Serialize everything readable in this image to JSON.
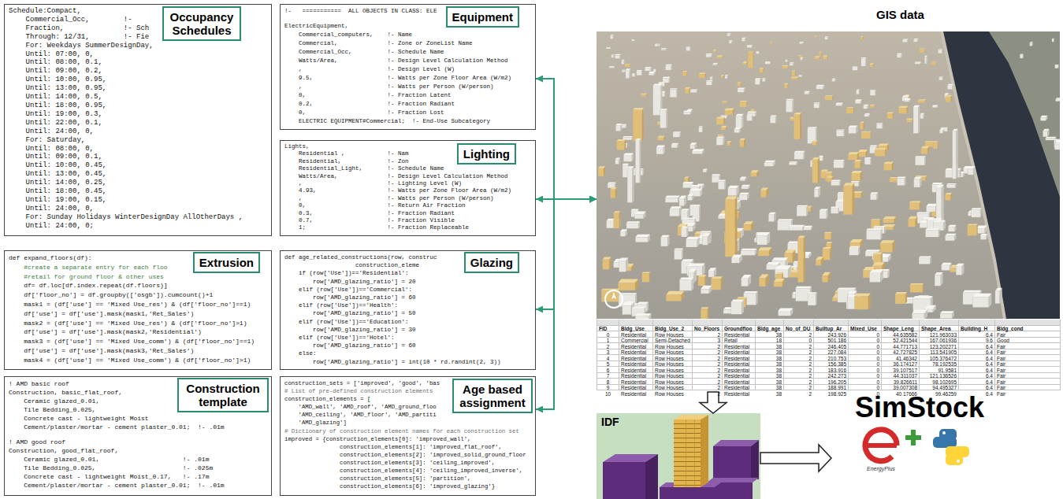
{
  "diagram": {
    "nodes": [
      {
        "text": [
          "Schedule:Compact,",
          "    Commercial_Occ,        !-",
          "    Fraction,              !- Sch",
          "    Through: 12/31,        !- Fie",
          "    For: Weekdays SummerDesignDay,",
          "    Until: 07:00, 0,",
          "    Until: 08:00, 0.1,",
          "    Until: 09:00, 0.2,",
          "    Until: 10:00, 0.95,",
          "    Until: 13:00, 0.95,",
          "    Until: 14:00, 0.5,",
          "    Until: 18:00, 0.95,",
          "    Until: 19:00, 0.3,",
          "    Until: 22:00, 0.1,",
          "    Until: 24:00, 0,",
          "    For: Saturday,",
          "    Until: 08:00, 0,",
          "    Until: 09:00, 0.1,",
          "    Until: 10:00, 0.45,",
          "    Until: 13:00, 0.45,",
          "    Until: 14:00, 0.25,",
          "    Until: 18:00, 0.45,",
          "    Until: 19:00, 0.15,",
          "    Until: 24:00, 0,",
          "    For: Sunday Holidays WinterDesignDay AllOtherDays ,",
          "    Until: 24:00, 0;"
        ]
      },
      {
        "text": [
          "Occupancy Schedules"
        ],
        "in": 0
      },
      {
        "text": [
          "!-   ===========  ALL OBJECTS IN CLASS: ELE",
          "ElectricEquipment,",
          "    Commercial_computers,    !- Name",
          "    Commercial,              !- Zone or ZoneList Name",
          "    Commercial_Occ,          !- Schedule Name",
          "    Watts/Area,              !- Design Level Calculation Method",
          "    ,                        !- Design Level (W)",
          "    9.5,                     !- Watts per Zone Floor Area (W/m2)",
          "    ,                        !- Watts per Person (W/person)",
          "    0,                       !- Fraction Latent",
          "    0.2,                     !- Fraction Radiant",
          "    0,                       !- Fraction Lost",
          "    ELECTRIC EQUIPMENT#Commercial;  !- End-Use Subcategory"
        ]
      },
      {
        "text": [
          "Equipment"
        ],
        "in": 2
      },
      {
        "text": [
          "Lights,",
          "    Residential ,            !- Nam",
          "    Residential,             !- Zon",
          "    Residential_Light,       !- Schedule Name",
          "    Watts/Area,              !- Design Level Calculation Method",
          "    ,                        !- Lighting Level (W)",
          "    4.93,                    !- Watts per Zone Floor Area (W/m2)",
          "    ,                        !- Watts per Person (W/person)",
          "    0,                       !- Return Air Fraction",
          "    0.3,                     !- Fraction Radiant",
          "    0.7,                     !- Fraction Visible",
          "    1;                       !- Fraction Replaceable"
        ]
      },
      {
        "text": [
          "Lighting"
        ],
        "in": 4
      },
      {
        "text": [
          "def expand_floors(df):",
          "    #create a separate entry for each floo",
          "    #retail for ground floor & other uses",
          "    df= df.loc[df.index.repeat(df.floors)]",
          "    df['floor_no'] = df.groupby(['osgb']).cumcount()+1",
          "    mask1 = (df['use'] == 'Mixed Use_res') & (df['floor_no']==1)",
          "    df['use'] = df['use'].mask(mask1,'Ret_Sales')",
          "    mask2 = (df['use'] == 'Mixed Use_res') & (df['floor_no']>1)",
          "    df['use'] = df['use'].mask(mask2,'Residential')",
          "    mask3 = (df['use'] == 'Mixed Use_comm') & (df['floor_no']==1)",
          "    df['use'] = df['use'].mask(mask3,'Ret_Sales')",
          "    mask4 = (df['use'] == 'Mixed Use_comm') & (df['floor_no']>1)"
        ]
      },
      {
        "text": [
          "Extrusion"
        ],
        "in": 6
      },
      {
        "text": [
          "def age_related_constructions(row, construc",
          "                    construction_eleme",
          "    if (row['Use'])=='Residential':",
          "        row['AMD_glazing_ratio'] = 20",
          "    elif (row['Use'])=='Commercial':",
          "        row['AMD_glazing_ratio'] = 60",
          "    elif (row['Use'])=='Health':",
          "        row['AMD_glazing_ratio'] = 50",
          "    elif (row['Use'])=='Education':",
          "        row['AMD_glazing_ratio'] = 30",
          "    elif (row['Use'])=='Hotel':",
          "        row['AMD_glazing_ratio'] = 60",
          "    else:",
          "        row['AMD_glazing_ratio'] = int(10 * rd.randint(2, 3))"
        ]
      },
      {
        "text": [
          "Glazing"
        ],
        "in": 8
      },
      {
        "text": [
          "! AMD basic roof",
          "Construction, basic_flat_roof,",
          "    Ceramic glazed_0.01,",
          "    Tile Bedding_0.025,",
          "    Concrete cast - lightweight Moist",
          "    Cement/plaster/mortar - cement plaster_0.01;  !- .01m",
          "! AMD good roof",
          "Construction, good_flat_roof,",
          "    Ceramic glazed_0.01,                      !- .01m",
          "    Tile Bedding_0.025,                       !- .025m",
          "    Concrete cast - lightweight Moist_0.17,   !- .17m",
          "    Cement/plaster/mortar - cement plaster_0.01;  !- .01m"
        ]
      },
      {
        "text": [
          "Construction template"
        ],
        "in": 10
      },
      {
        "text": [
          "construction_sets = ['improved', 'good', 'bas",
          "# List of pre-defined construction elements",
          "construction_elements = [",
          "    'AMD_wall', 'AMD_roof', 'AMD_ground_floo",
          "    'AMD_ceiling', 'AMD_floor', 'AMD_partiti",
          "    'AMD_glazing']",
          "# Dictionary of construction element names for each construction set",
          "improved = {construction_elements[0]: 'improved_wall',",
          "                construction_elements[1]: 'improved_flat_roof',",
          "                construction_elements[2]: 'improved_solid_ground_floor",
          "                construction_elements[3]: 'ceiling_improved',",
          "                construction_elements[4]: 'ceiling_improved_inverse',",
          "                construction_elements[5]: 'partition',",
          "                construction_elements[6]: 'improved_glazing'}"
        ]
      },
      {
        "text": [
          "Age based assignment"
        ],
        "in": 12
      },
      {
        "text": [
          "GIS data"
        ]
      },
      {
        "text": [
          "IDF"
        ]
      },
      {
        "text": [
          "SimStock"
        ]
      }
    ],
    "edges": [
      {
        "from": 14,
        "to": 2,
        "arrow": "both"
      },
      {
        "from": 14,
        "to": 4,
        "arrow": "both"
      },
      {
        "from": 14,
        "to": 8,
        "arrow": "both"
      },
      {
        "from": 14,
        "to": 12,
        "arrow": "both"
      },
      {
        "from": 14,
        "to": 15,
        "arrow": "to"
      },
      {
        "from": 15,
        "to": 16,
        "arrow": "to"
      }
    ],
    "labels": [
      "FID",
      "Bldg_Use",
      "Bldg_Use_2",
      "No_Floors",
      "Groundfloo",
      "Bldg_age",
      "No_of_DU",
      "Builtup_Ar",
      "Mixed_Use",
      "Shape_Leng",
      "Shape_Area",
      "Building_H",
      "Bldg_cond",
      "0",
      "Residential",
      "Row Houses",
      "2",
      "Residential",
      "38",
      "2",
      "243.926",
      "0",
      "44.635582",
      "121.963033",
      "6.4",
      "Fair",
      "1",
      "Commercial",
      "Semi-Detached",
      "3",
      "Retail",
      "18",
      "0",
      "501.186",
      "0",
      "52.421544",
      "167.061936",
      "9.6",
      "Good",
      "2",
      "Residential",
      "Row Houses",
      "2",
      "Residential",
      "38",
      "2",
      "246.405",
      "0",
      "44.771713",
      "123.202271",
      "6.4",
      "Fair",
      "3",
      "Residential",
      "Row Houses",
      "2",
      "Residential",
      "38",
      "2",
      "227.084",
      "0",
      "42.727825",
      "113.541905",
      "6.4",
      "Fair",
      "4",
      "Residential",
      "Row Houses",
      "2",
      "Residential",
      "38",
      "2",
      "210.753",
      "0",
      "41.46342",
      "105.376472",
      "6.4",
      "Fair",
      "5",
      "Residential",
      "Row Houses",
      "2",
      "Residential",
      "38",
      "2",
      "156.385",
      "0",
      "36.174127",
      "78.192535",
      "6.4",
      "Fair",
      "6",
      "Residential",
      "Row Houses",
      "2",
      "Residential",
      "38",
      "2",
      "183.916",
      "0",
      "39.107517",
      "91.9581",
      "6.4",
      "Fair",
      "7",
      "Residential",
      "Row Houses",
      "2",
      "Residential",
      "38",
      "2",
      "242.273",
      "0",
      "44.311037",
      "121.136526",
      "6.4",
      "Fair",
      "8",
      "Residential",
      "Row Houses",
      "2",
      "Residential",
      "38",
      "2",
      "196.205",
      "0",
      "39.826611",
      "98.102695",
      "6.4",
      "Fair",
      "9",
      "Residential",
      "Row Houses",
      "2",
      "Residential",
      "38",
      "2",
      "188.991",
      "0",
      "39.007308",
      "94.495327",
      "6.4",
      "Fair",
      "10",
      "Residential",
      "Row Houses",
      "2",
      "Residential",
      "38",
      "2",
      "198.925",
      "0",
      "40.17666",
      "99.46259",
      "6.4",
      "Fair",
      "EnergyPlus"
    ]
  }
}
